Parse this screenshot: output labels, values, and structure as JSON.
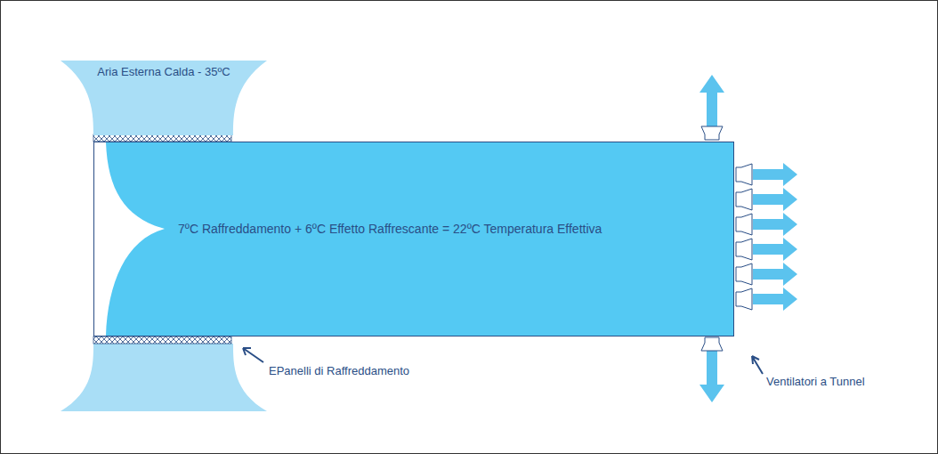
{
  "diagram": {
    "nodes": [
      {
        "text": [
          "Aria Esterna Calda - 35ºC"
        ]
      },
      {
        "text": [
          "7ºC Raffreddamento + 6ºC Effetto Raffrescante = 22ºC Temperatura Effettiva"
        ]
      }
    ],
    "edges": [],
    "labels": [
      "EPanelli di Raffreddamento",
      "Ventilatori a Tunnel"
    ]
  }
}
